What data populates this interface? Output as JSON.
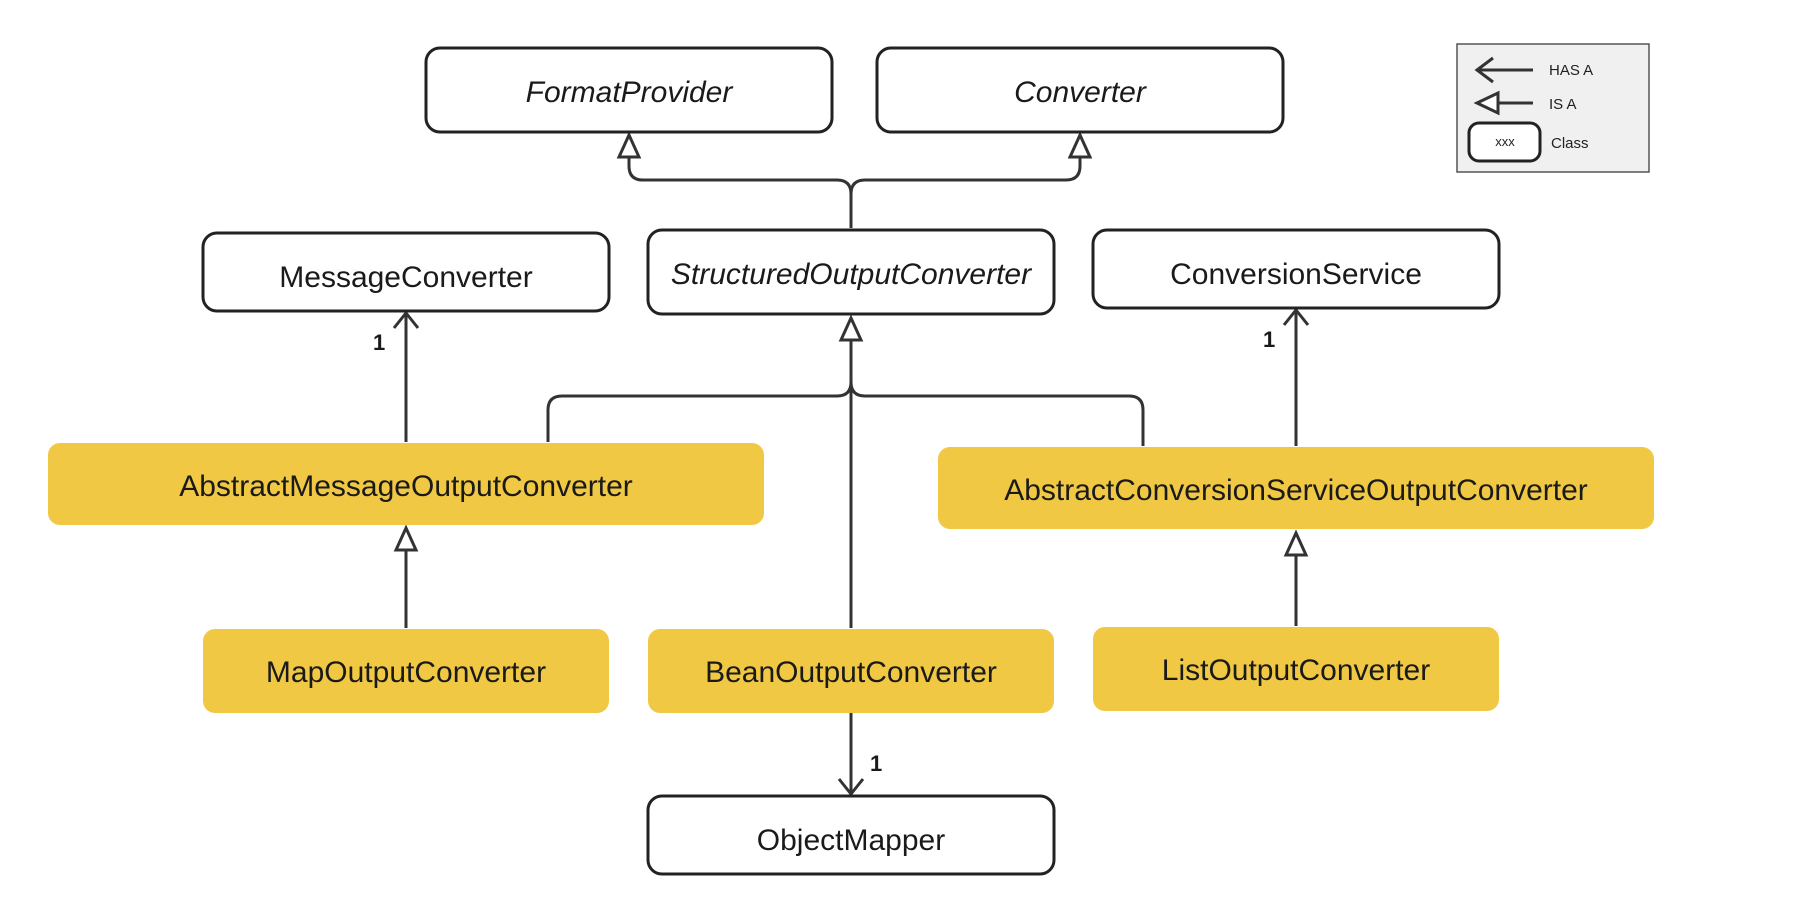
{
  "classes": {
    "format_provider": "FormatProvider",
    "converter": "Converter",
    "message_converter": "MessageConverter",
    "structured_output_converter": "StructuredOutputConverter",
    "conversion_service": "ConversionService",
    "abstract_message_output_converter": "AbstractMessageOutputConverter",
    "abstract_conversion_service_output_converter": "AbstractConversionServiceOutputConverter",
    "map_output_converter": "MapOutputConverter",
    "bean_output_converter": "BeanOutputConverter",
    "list_output_converter": "ListOutputConverter",
    "object_mapper": "ObjectMapper"
  },
  "multiplicities": {
    "message_converter": "1",
    "conversion_service": "1",
    "object_mapper": "1"
  },
  "legend": {
    "has_a": "HAS A",
    "is_a": "IS A",
    "class_sample": "xxx",
    "class": "Class"
  },
  "colors": {
    "implementation_fill": "#f0c843",
    "outline": "#222222",
    "legend_background": "#f0f0f0"
  }
}
